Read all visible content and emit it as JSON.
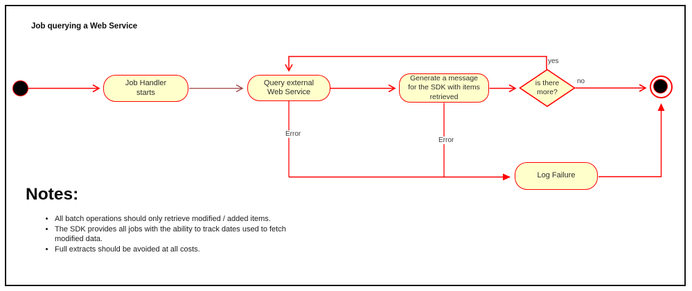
{
  "title": "Job querying a Web Service",
  "nodes": {
    "start": {
      "type": "initial-node"
    },
    "job_handler": {
      "label": "Job Handler\nstarts"
    },
    "query": {
      "label": "Query external\nWeb Service"
    },
    "generate": {
      "label": "Generate a message\nfor the SDK with items\nretrieved"
    },
    "decision": {
      "label": "is there\nmore?"
    },
    "log_failure": {
      "label": "Log Failure"
    },
    "end": {
      "type": "final-node"
    }
  },
  "edge_labels": {
    "yes": "yes",
    "no": "no",
    "error_query": "Error",
    "error_generate": "Error"
  },
  "notes": {
    "heading": "Notes:",
    "items": [
      "All batch operations should only retrieve modified / added items.",
      "The SDK provides all jobs with the ability to track dates used to fetch modified data.",
      "Full extracts should be avoided at all costs."
    ]
  },
  "colors": {
    "node_fill": "#FFFFCC",
    "node_border": "#FF0000",
    "edge_primary": "#FF0000",
    "edge_secondary": "#A04545",
    "label_text": "#3A3A3A",
    "node_text": "#2E2E2E",
    "frame": "#141414",
    "background": "#FFFFFF"
  }
}
